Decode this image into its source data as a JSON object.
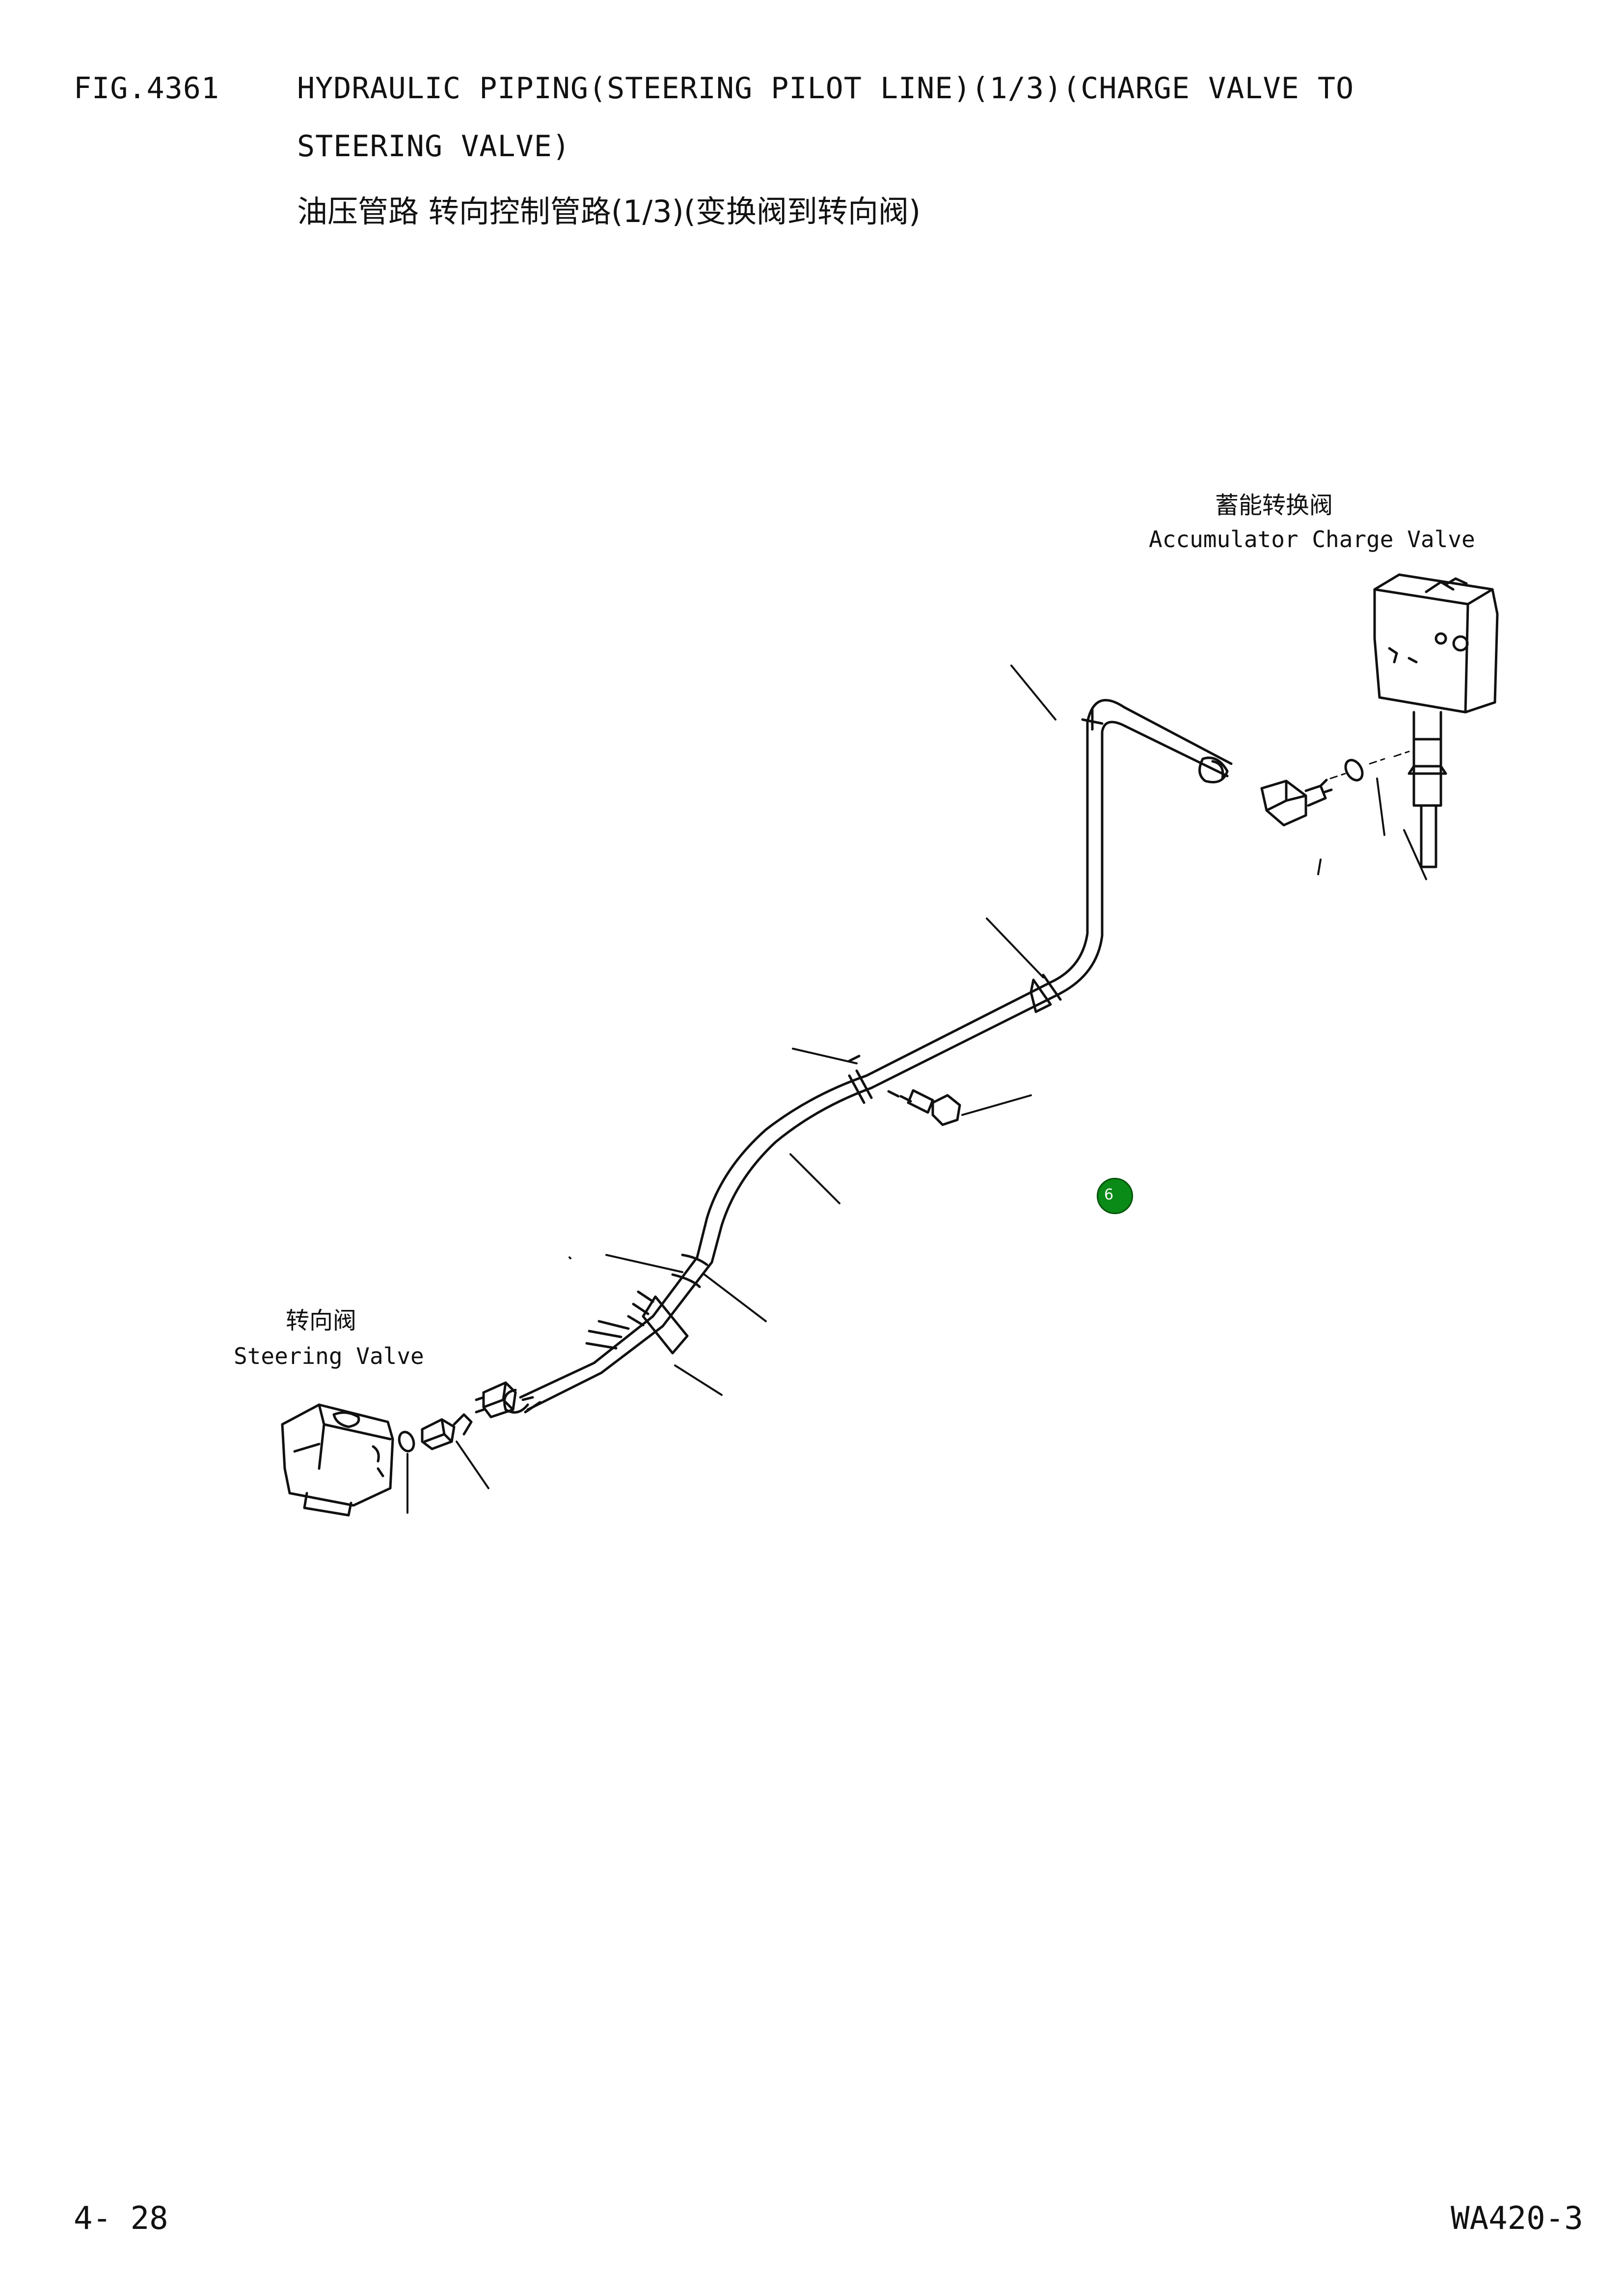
{
  "header": {
    "fig_no": "FIG.4361",
    "title_en_line1": "HYDRAULIC PIPING(STEERING PILOT LINE)(1/3)(CHARGE VALVE TO",
    "title_en_line2": "STEERING VALVE)",
    "title_cn": "油压管路 转向控制管路(1/3)(变换阀到转向阀)"
  },
  "labels": {
    "accumulator_cn": "蓄能转换阀",
    "accumulator_en": "Accumulator Charge Valve",
    "steering_cn": "转向阀",
    "steering_en": "Steering Valve"
  },
  "callout": {
    "number": "6",
    "color": "#0a8a16"
  },
  "footer": {
    "page": "4- 28",
    "model": "WA420-3"
  }
}
